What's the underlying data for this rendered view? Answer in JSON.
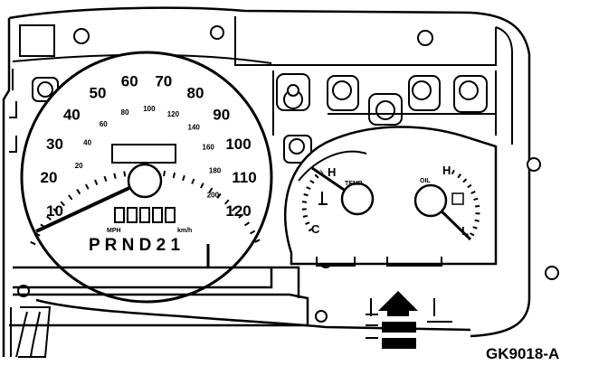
{
  "figure": {
    "code": "GK9018-A"
  },
  "speedometer": {
    "mph_labels": [
      "10",
      "20",
      "30",
      "40",
      "50",
      "60",
      "70",
      "80",
      "90",
      "100",
      "110",
      "120"
    ],
    "kmh_labels": [
      "20",
      "40",
      "60",
      "80",
      "100",
      "120",
      "140",
      "160",
      "180",
      "200"
    ],
    "unit_mph": "MPH",
    "unit_kmh": "km/h",
    "prndl": "P R N D 2 1"
  },
  "temp_gauge": {
    "label": "TEMP",
    "high": "H",
    "low": "C"
  },
  "oil_gauge": {
    "label": "OIL",
    "high": "H",
    "low": "L"
  }
}
